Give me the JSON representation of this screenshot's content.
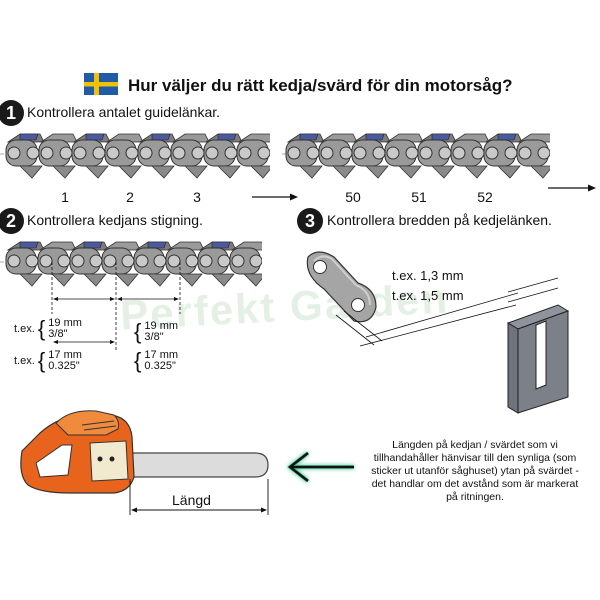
{
  "title": "Hur väljer du rätt kedja/svärd för din motorsåg?",
  "flag": {
    "name": "sweden-flag",
    "blue": "#1f5ba8",
    "yellow": "#f2c200"
  },
  "steps": [
    {
      "number": "1",
      "text": "Kontrollera antalet guidelänkar."
    },
    {
      "number": "2",
      "text": "Kontrollera kedjans stigning."
    },
    {
      "number": "3",
      "text": "Kontrollera bredden på kedjelänken."
    }
  ],
  "link_numbers": [
    "1",
    "2",
    "3",
    "50",
    "51",
    "52"
  ],
  "pitch_examples": [
    {
      "prefix": "t.ex.",
      "value_mm": "19 mm",
      "value_in": "3/8\""
    },
    {
      "prefix": "t.ex.",
      "value_mm": "17 mm",
      "value_in": "0.325\""
    }
  ],
  "pitch_examples_right": [
    {
      "value_mm": "19 mm",
      "value_in": "3/8\""
    },
    {
      "value_mm": "17 mm",
      "value_in": "0.325\""
    }
  ],
  "width_examples": [
    {
      "text": "t.ex. 1,3 mm"
    },
    {
      "text": "t.ex. 1,5 mm"
    }
  ],
  "length_label": "Längd",
  "note": "Längden på kedjan / svärdet som vi tillhandahåller hänvisar till den synliga (som sticker ut utanför såghuset) ytan på svärdet - det handlar om det avstånd som är markerat på ritningen.",
  "watermark": "Perfekt Garden",
  "colors": {
    "saw_orange": "#e8641c",
    "chain_grey": "#9a9a9a",
    "tooth_blue": "#4a5a9c",
    "arrow_green": "#3fc08a"
  }
}
